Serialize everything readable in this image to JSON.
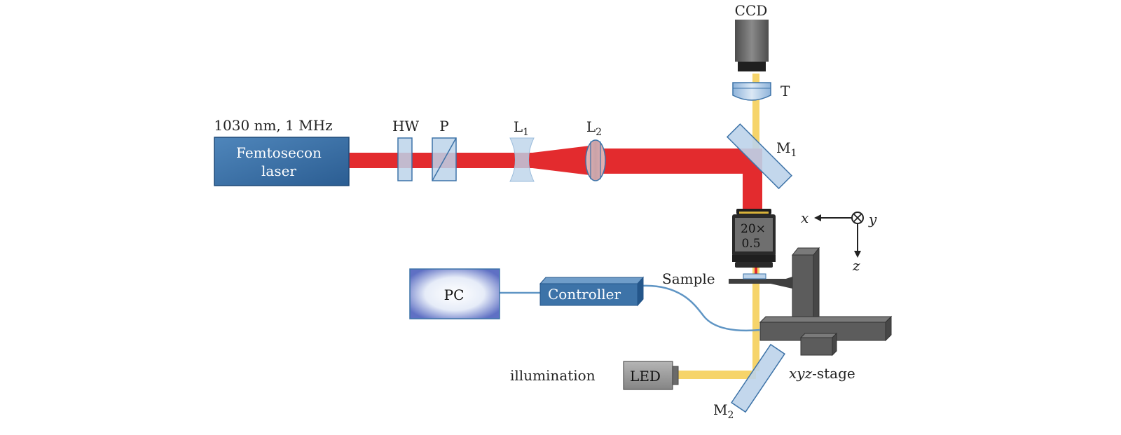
{
  "colors": {
    "laser_beam": "#e32b2e",
    "illumination_beam": "#f6d46a",
    "component_blue": "#3d73a8",
    "component_blue_dark": "#24568a",
    "optic_light_blue": "#bcd3ea",
    "cable": "#5f95c4",
    "stage_gray": "#5c5c5c",
    "ccd_gray": "#6b6b6b",
    "objective_black": "#1f1f1f"
  },
  "laser": {
    "spec": "1030 nm, 1 MHz",
    "line1": "Femtosecon",
    "line2": "laser"
  },
  "optics": {
    "hw": "HW",
    "p": "P",
    "l1": {
      "main": "L",
      "sub": "1"
    },
    "l2": {
      "main": "L",
      "sub": "2"
    },
    "m1": {
      "main": "M",
      "sub": "1"
    },
    "m2": {
      "main": "M",
      "sub": "2"
    },
    "t": "T"
  },
  "camera": {
    "label": "CCD"
  },
  "objective": {
    "magnification": "20×",
    "na": "0.5"
  },
  "axes": {
    "x": "x",
    "y": "y",
    "z": "z"
  },
  "sample": {
    "label": "Sample"
  },
  "pc": {
    "label": "PC"
  },
  "controller": {
    "label": "Controller"
  },
  "led": {
    "label": "LED",
    "caption": "illumination"
  },
  "stage": {
    "label_italic": "xyz",
    "label_rest": "-stage"
  }
}
